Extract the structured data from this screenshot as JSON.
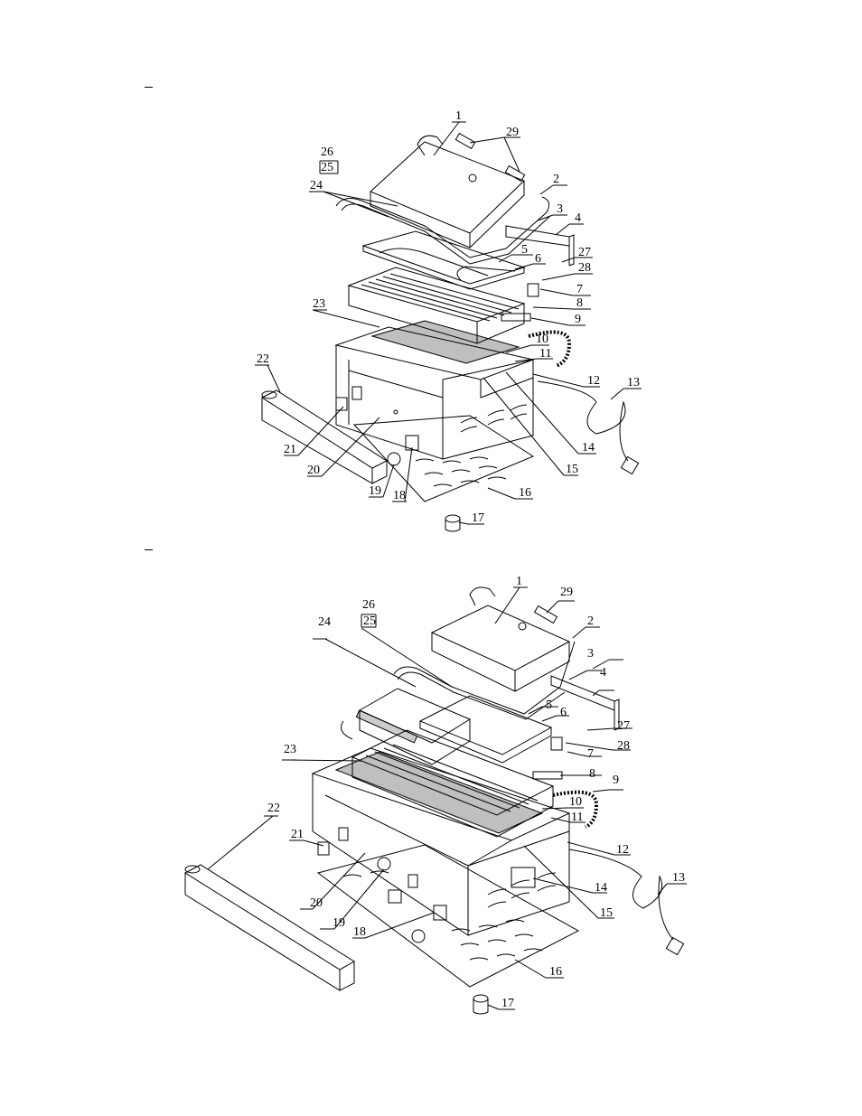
{
  "page": {
    "section_markers": [
      "–",
      "–"
    ]
  },
  "diagram_top": {
    "labels": [
      "1",
      "2",
      "3",
      "4",
      "5",
      "6",
      "7",
      "8",
      "9",
      "10",
      "11",
      "12",
      "13",
      "14",
      "15",
      "16",
      "17",
      "18",
      "19",
      "20",
      "21",
      "22",
      "23",
      "24",
      "25",
      "26",
      "27",
      "28",
      "29"
    ]
  },
  "diagram_bottom": {
    "labels": [
      "1",
      "2",
      "3",
      "4",
      "5",
      "6",
      "7",
      "8",
      "9",
      "10",
      "11",
      "12",
      "13",
      "14",
      "15",
      "16",
      "17",
      "18",
      "19",
      "20",
      "21",
      "22",
      "23",
      "24",
      "25",
      "26",
      "27",
      "28",
      "29"
    ]
  },
  "colors": {
    "line": "#000000",
    "background": "#ffffff"
  }
}
